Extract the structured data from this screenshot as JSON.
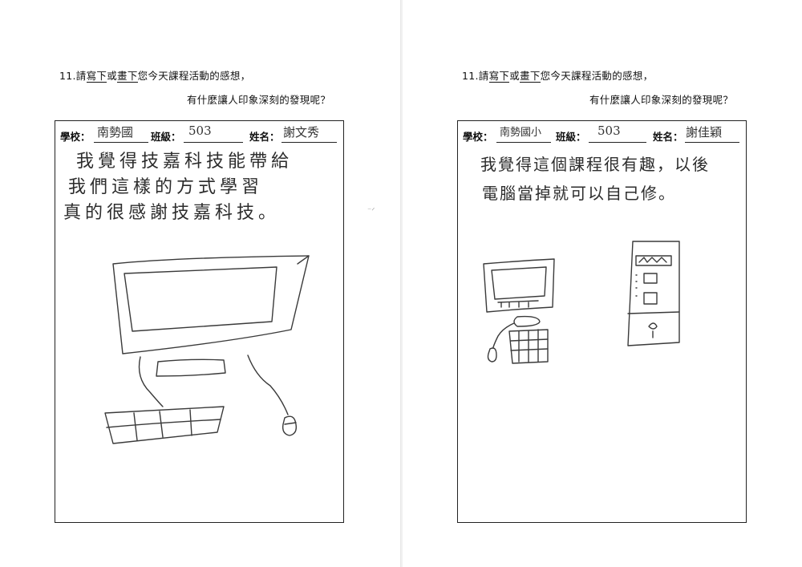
{
  "question": {
    "number": "11.",
    "text_before": "請",
    "write": "寫下",
    "or": "或",
    "draw": "畫下",
    "text_after": "您今天課程活動的感想，",
    "line2": "有什麼讓人印象深刻的發現呢？"
  },
  "labels": {
    "school": "學校：",
    "class": "班級：",
    "name": "姓名："
  },
  "sheets": [
    {
      "school": "南勢國",
      "class": "503",
      "name": "謝文秀",
      "essay": [
        "我覺得技嘉科技能帶給",
        "我們這樣的方式學習",
        "真的很感謝技嘉科技。"
      ],
      "drawing": [
        "monitor",
        "keyboard",
        "mouse"
      ]
    },
    {
      "school": "南勢國小",
      "class": "503",
      "name": "謝佳穎",
      "essay": [
        "我覺得這個課程很有趣，以後",
        "電腦當掉就可以自己修。"
      ],
      "drawing": [
        "monitor",
        "keyboard",
        "mouse",
        "computer-tower"
      ]
    }
  ]
}
